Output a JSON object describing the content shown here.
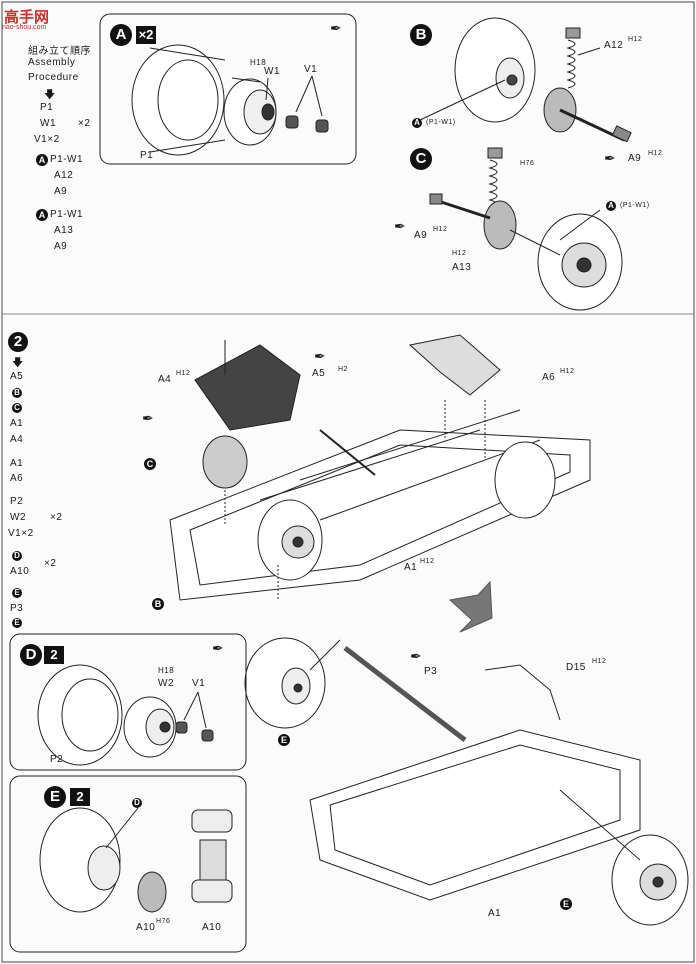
{
  "watermark": {
    "logo_text": "高手网",
    "url": "nao-shou.com"
  },
  "procedure": {
    "title_jp": "組み立て順序",
    "title_en_1": "Assembly",
    "title_en_2": "Procedure",
    "a_lines": [
      "P1",
      "W1",
      "V1×2"
    ],
    "a_mult": "×2",
    "seq1": [
      "P1-W1",
      "A12",
      "A9"
    ],
    "seq2": [
      "P1-W1",
      "A13",
      "A9"
    ]
  },
  "step2": {
    "number": "2",
    "list": [
      "A5",
      "B",
      "C",
      "A1",
      "A4",
      "A1",
      "A6",
      "P2",
      "W2",
      "V1×2",
      "D",
      "A10",
      "E",
      "P3",
      "E"
    ],
    "mult_p2": "×2",
    "mult_d": "×2"
  },
  "panelA": {
    "letter": "A",
    "mult": "×2",
    "parts": {
      "p1": "P1",
      "w1": "W1",
      "v1": "V1",
      "h18": "H18"
    }
  },
  "panelB": {
    "letter": "B",
    "a12": "A12",
    "h12": "H12",
    "a9": "A9",
    "h12b": "H12",
    "ref": "A",
    "ref_text": "(P1-W1)"
  },
  "panelC": {
    "letter": "C",
    "h76": "H76",
    "a9": "A9",
    "h12": "H12",
    "h12b": "H12",
    "a13": "A13",
    "ref": "A",
    "ref_text": "(P1-W1)"
  },
  "main": {
    "a4": "A4",
    "a4h": "H12",
    "a5": "A5",
    "a5h": "H2",
    "a6": "A6",
    "a6h": "H12",
    "a1": "A1",
    "a1h": "H12",
    "c": "C",
    "b": "B"
  },
  "panelD": {
    "letter": "D",
    "mult": "2",
    "h18": "H18",
    "w2": "W2",
    "v1": "V1",
    "p2": "P2"
  },
  "panelE": {
    "letter": "E",
    "mult": "2",
    "d": "D",
    "a10a": "A10",
    "a10h": "H76",
    "a10b": "A10"
  },
  "lower": {
    "p3": "P3",
    "d15": "D15",
    "d15h": "H12",
    "e1": "E",
    "e2": "E",
    "a1": "A1"
  }
}
